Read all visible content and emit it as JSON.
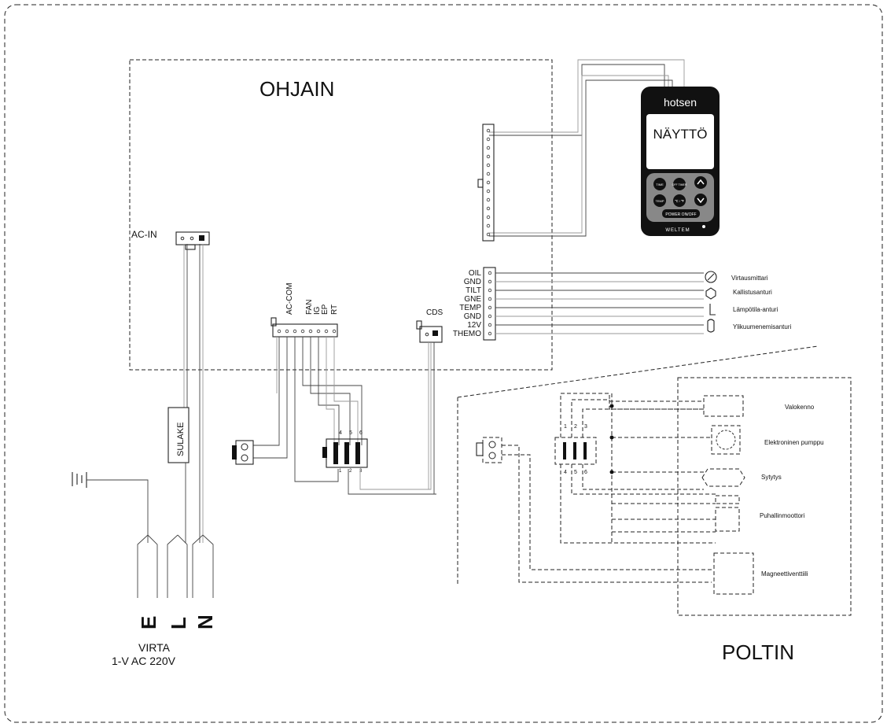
{
  "controller": {
    "title": "OHJAIN"
  },
  "display": {
    "brand": "hotsen",
    "title": "NÄYTTÖ",
    "footer_brand": "WELTEM",
    "buttons": {
      "time": "TIME",
      "off_timer": "OFF TIMER",
      "temp": "TEMP",
      "unit": "℃ / ℉",
      "power": "POWER ON/OFF"
    }
  },
  "connectors": {
    "ac_in": "AC-IN",
    "ac_com": "AC-COM",
    "fan": "FAN",
    "ig": "IG",
    "ep": "EP",
    "rt": "RT",
    "cds": "CDS",
    "pins_top": [
      "4",
      "5",
      "6"
    ],
    "pins_bottom": [
      "1",
      "2",
      "3"
    ]
  },
  "sensor_pins": [
    "OIL",
    "GND",
    "TILT",
    "GNE",
    "TEMP",
    "GND",
    "12V",
    "THEMO"
  ],
  "sensors": [
    "Virtausmittari",
    "Kallistusanturi",
    "Lämpötila-anturi",
    "Ylikuumenemisanturi"
  ],
  "fuse": "SULAKE",
  "power": {
    "terminals": [
      "E",
      "L",
      "N"
    ],
    "label_1": "VIRTA",
    "label_2": "1-V AC 220V"
  },
  "burner": {
    "title": "POLTIN",
    "components": [
      "Valokenno",
      "Elektroninen pumppu",
      "Sytytys",
      "Puhallinmoottori",
      "Magneettiventtiili"
    ]
  }
}
